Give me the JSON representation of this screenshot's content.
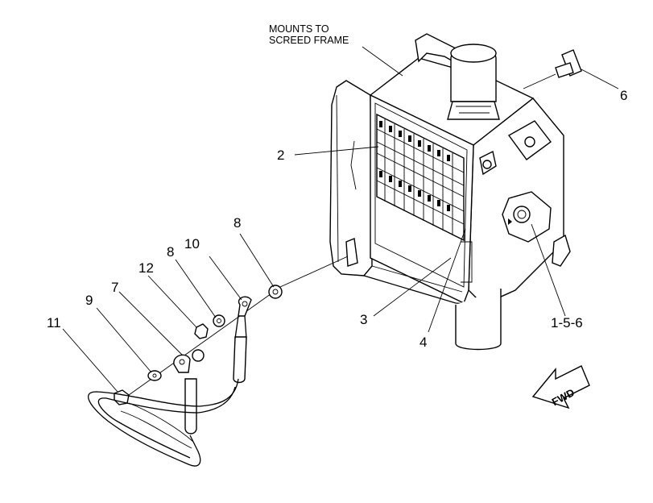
{
  "diagram": {
    "note": [
      "MOUNTS TO",
      "SCREED FRAME"
    ],
    "callouts": {
      "c1": "2",
      "c2": "3",
      "c3": "4",
      "c4": "6",
      "c5": "1-5-6",
      "c6": "8",
      "c7": "8",
      "c8": "10",
      "c9": "12",
      "c10": "7",
      "c11": "9",
      "c12": "11"
    },
    "direction": "FWD"
  }
}
